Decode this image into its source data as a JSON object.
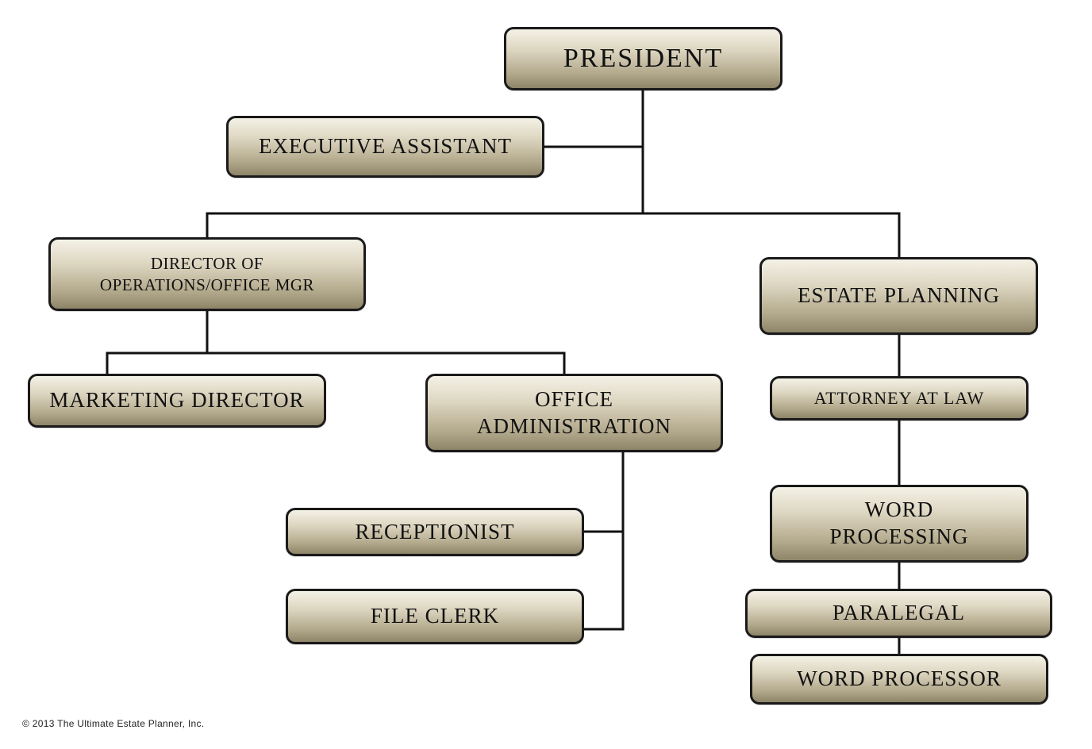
{
  "org_chart": {
    "president": "PRESIDENT",
    "executive_assistant": "EXECUTIVE ASSISTANT",
    "director_operations": [
      "DIRECTOR OF",
      "OPERATIONS/OFFICE MGR"
    ],
    "estate_planning": "ESTATE PLANNING",
    "marketing_director": "MARKETING DIRECTOR",
    "office_administration": [
      "OFFICE",
      "ADMINISTRATION"
    ],
    "attorney_at_law": "ATTORNEY AT LAW",
    "word_processing": [
      "WORD",
      "PROCESSING"
    ],
    "receptionist": "RECEPTIONIST",
    "file_clerk": "FILE CLERK",
    "paralegal": "PARALEGAL",
    "word_processor": "WORD PROCESSOR"
  },
  "footer": {
    "copyright": "© 2013 The Ultimate Estate Planner, Inc."
  },
  "colors": {
    "box_light": "#f4f1e6",
    "box_dark": "#8e8468",
    "border": "#1a1a1a",
    "connector": "#111111"
  }
}
